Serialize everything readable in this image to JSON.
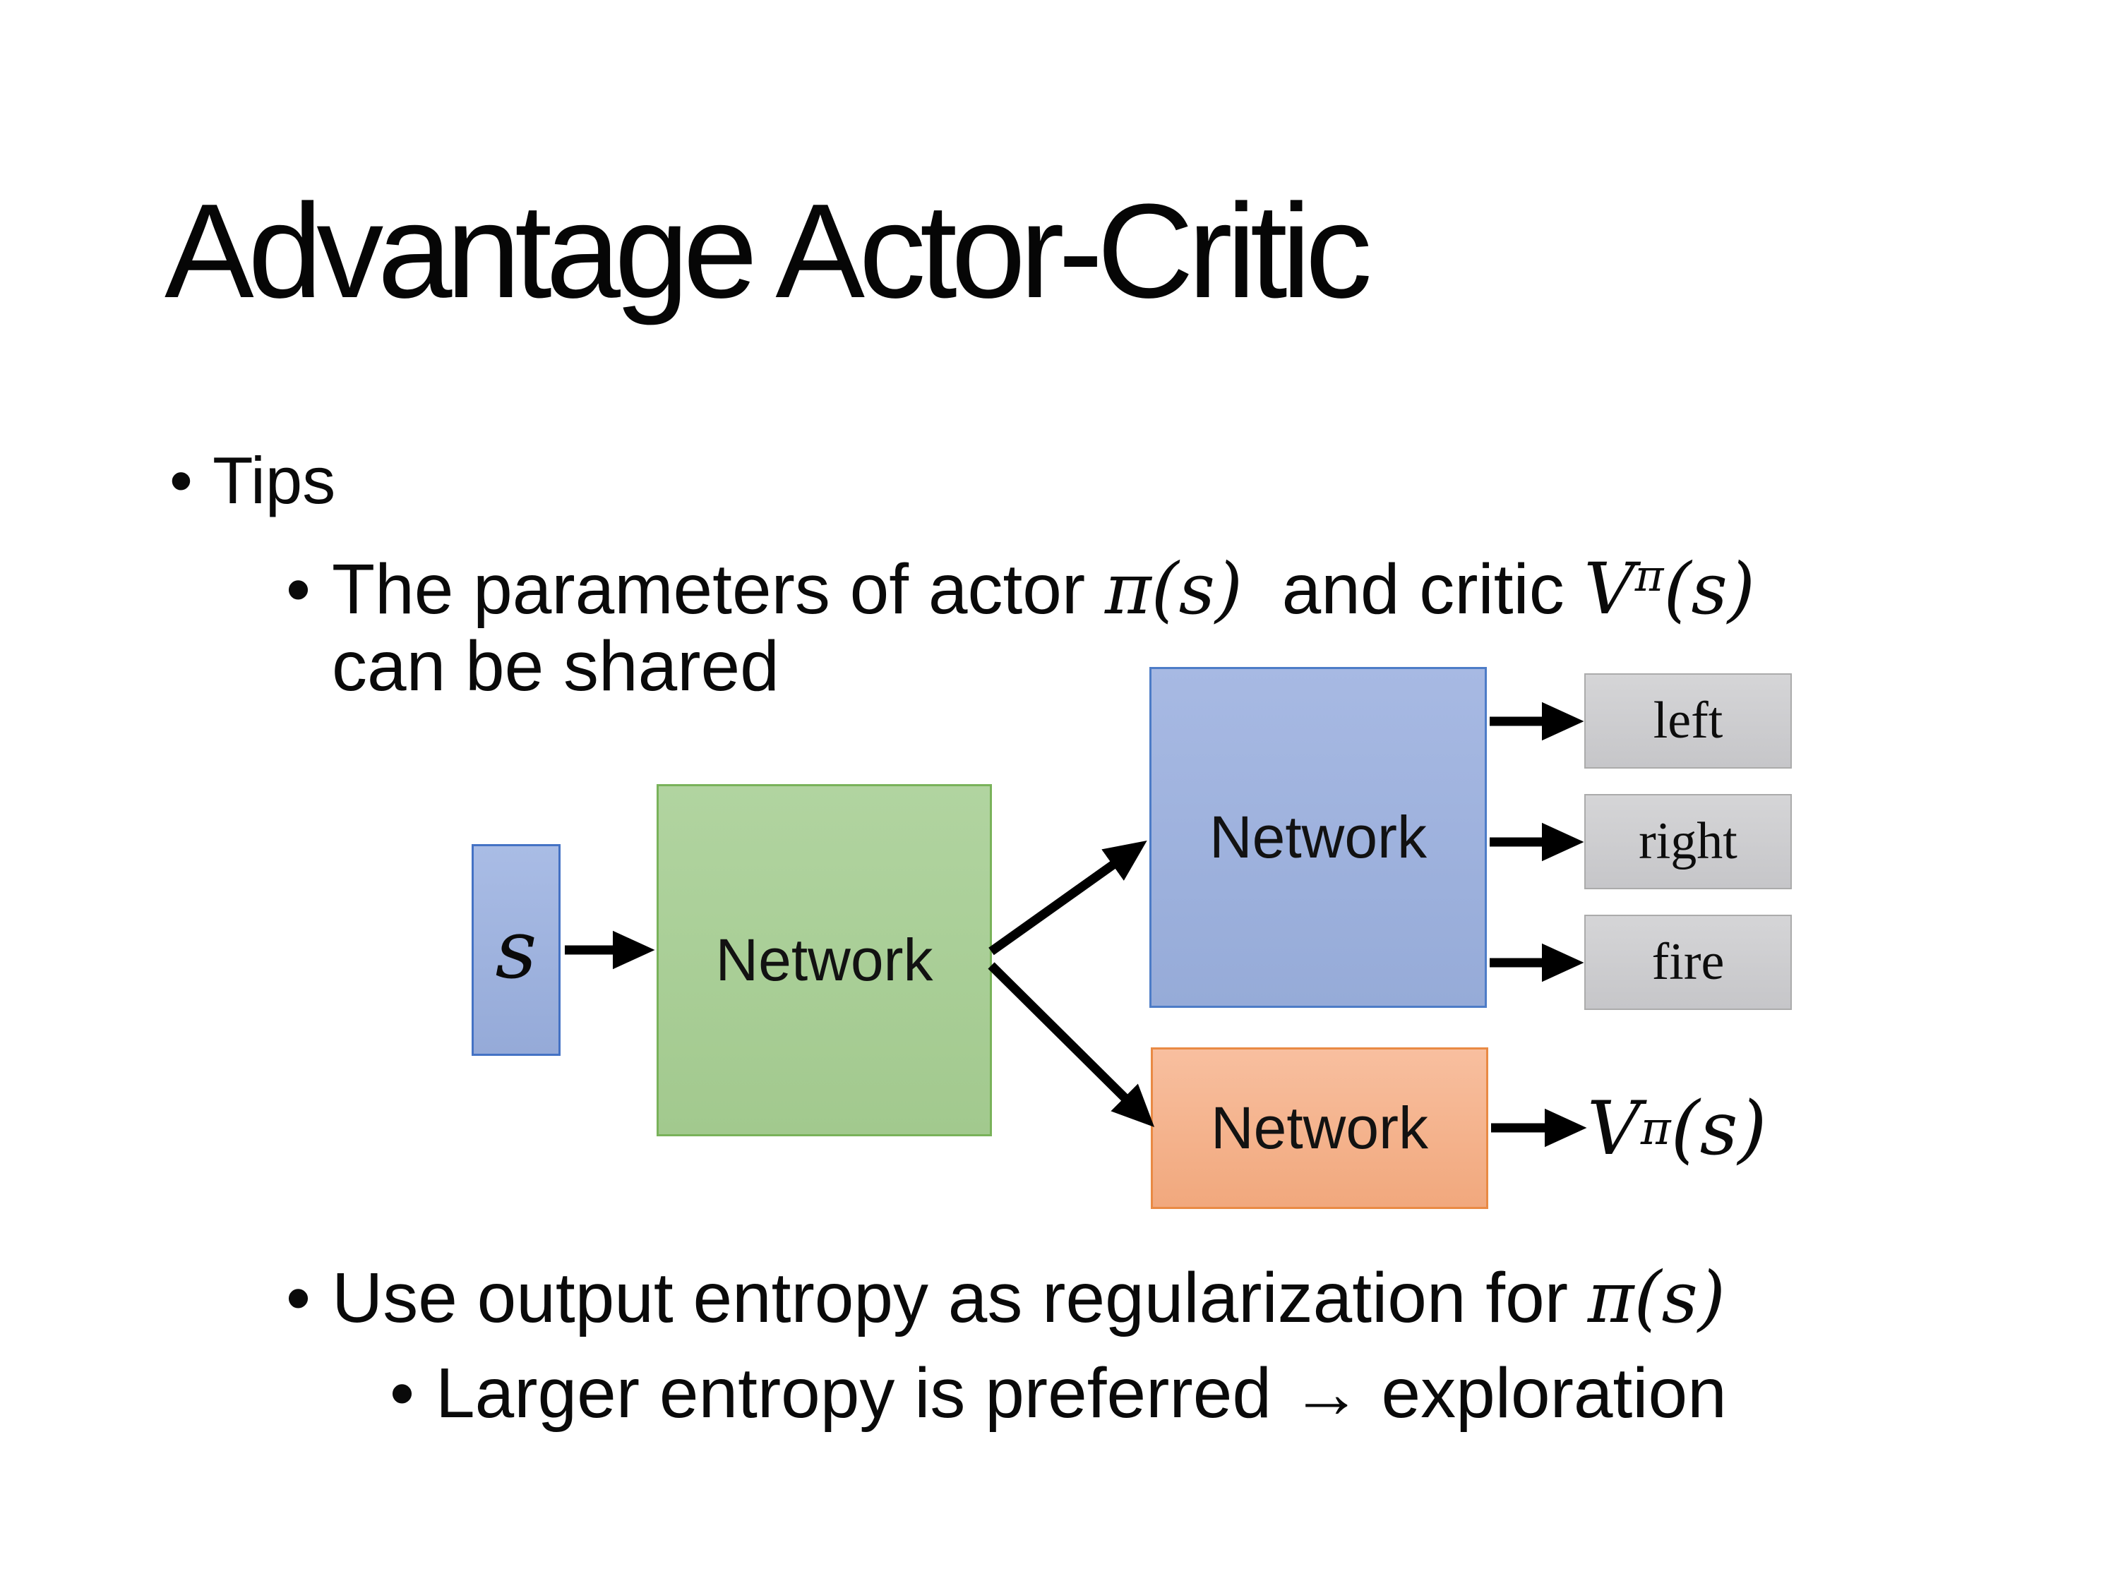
{
  "slide": {
    "title": "Advantage Actor-Critic",
    "bullet_char": "•",
    "tips_label": "Tips",
    "params_line": {
      "text1": "The parameters of actor ",
      "math1": "π(s)",
      "text2": "  and critic ",
      "math2_base": "V",
      "math2_sup": "π",
      "math2_tail": "(s)"
    },
    "shared_line": "can be shared",
    "entropy_line": {
      "text1": "Use output entropy as regularization for ",
      "math1": "π(s)"
    },
    "explore_line": "Larger entropy is preferred → exploration"
  },
  "diagram": {
    "state_label": "s",
    "shared_network_label": "Network",
    "actor_network_label": "Network",
    "critic_network_label": "Network",
    "action_outputs": [
      "left",
      "right",
      "fire"
    ],
    "value_output": {
      "base": "V",
      "sup": "π",
      "tail": "(s)"
    },
    "colors": {
      "state_fill": "#9FB3DE",
      "state_border": "#4472C4",
      "shared_fill": "#A9CE97",
      "shared_border": "#79B25A",
      "actor_fill": "#9FB3DE",
      "actor_border": "#4D7CC7",
      "critic_fill": "#F5B58F",
      "critic_border": "#E98A44",
      "action_fill": "#CDCDD0",
      "action_border": "#ABABAB",
      "arrow": "#000000"
    }
  }
}
